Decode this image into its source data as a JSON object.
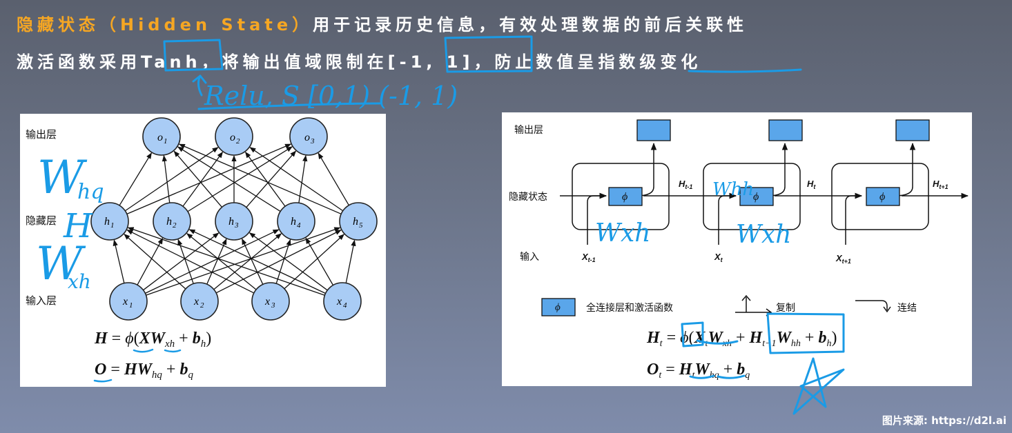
{
  "header": {
    "line1": {
      "highlight": "隐藏状态（Hidden State）",
      "rest": "用于记录历史信息，有效处理数据的前后关联性"
    },
    "line2": {
      "part1": "激活函数采用",
      "tanh": "Tanh",
      "part2": "，将输出值域限制在",
      "range": "[-1, 1]",
      "part3": "，防止数值呈",
      "underlined": "指数级变化"
    }
  },
  "handwriting": {
    "top_note": "Relu, S [0,1)  (-1, 1)",
    "left_whq": "W",
    "left_whq_sub": "hq",
    "left_H": "H",
    "left_wxh": "W",
    "left_wxh_sub": "xh",
    "right_whh": "Whh",
    "right_wxh1": "Wxh",
    "right_wxh2": "Wxh"
  },
  "mlp": {
    "labels": {
      "output": "输出层",
      "hidden": "隐藏层",
      "input": "输入层"
    },
    "outputs": [
      {
        "base": "o",
        "sub": "1"
      },
      {
        "base": "o",
        "sub": "2"
      },
      {
        "base": "o",
        "sub": "3"
      }
    ],
    "hidden": [
      {
        "base": "h",
        "sub": "1"
      },
      {
        "base": "h",
        "sub": "2"
      },
      {
        "base": "h",
        "sub": "3"
      },
      {
        "base": "h",
        "sub": "4"
      },
      {
        "base": "h",
        "sub": "5"
      }
    ],
    "inputs": [
      {
        "base": "x",
        "sub": "1"
      },
      {
        "base": "x",
        "sub": "2"
      },
      {
        "base": "x",
        "sub": "3"
      },
      {
        "base": "x",
        "sub": "4"
      }
    ],
    "formula1": {
      "lhs": "H",
      "eq": " = ",
      "phi": "ϕ",
      "open": "(",
      "X": "X",
      "W": "W",
      "W_sub": "xh",
      "plus": " + ",
      "b": "b",
      "b_sub": "h",
      "close": ")"
    },
    "formula2": {
      "lhs": "O",
      "eq": " = ",
      "H": "H",
      "W": "W",
      "W_sub": "hq",
      "plus": " + ",
      "b": "b",
      "b_sub": "q"
    }
  },
  "rnn": {
    "labels": {
      "output": "输出层",
      "hidden": "隐藏状态",
      "input": "输入"
    },
    "phi": "ϕ",
    "hidden_labels": [
      {
        "base": "H",
        "sub": "t-1"
      },
      {
        "base": "H",
        "sub": "t"
      },
      {
        "base": "H",
        "sub": "t+1"
      }
    ],
    "input_labels": [
      {
        "base": "X",
        "sub": "t-1"
      },
      {
        "base": "X",
        "sub": "t"
      },
      {
        "base": "X",
        "sub": "t+1"
      }
    ],
    "legend": {
      "fc": "全连接层和激活函数",
      "copy": "复制",
      "concat": "连结"
    },
    "formula1": {
      "lhs": "H",
      "lhs_sub": "t",
      "eq": " = ",
      "phi": "ϕ",
      "open": "(",
      "X": "X",
      "X_sub": "t",
      "W1": "W",
      "W1_sub": "xh",
      "plus": " + ",
      "H": "H",
      "H_sub": "t−1",
      "W2": "W",
      "W2_sub": "hh",
      "plus2": " + ",
      "b": "b",
      "b_sub": "h",
      "close": ")"
    },
    "formula2": {
      "lhs": "O",
      "lhs_sub": "t",
      "eq": " = ",
      "H": "H",
      "H_sub": "t",
      "W": "W",
      "W_sub": "hq",
      "plus": " + ",
      "b": "b",
      "b_sub": "q"
    }
  },
  "footer": {
    "source": "图片来源: https://d2l.ai"
  },
  "colors": {
    "highlight": "#f5a623",
    "ink": "#1a9be6",
    "node_fill": "#a9ccf5",
    "box_fill": "#5aa6ea"
  }
}
